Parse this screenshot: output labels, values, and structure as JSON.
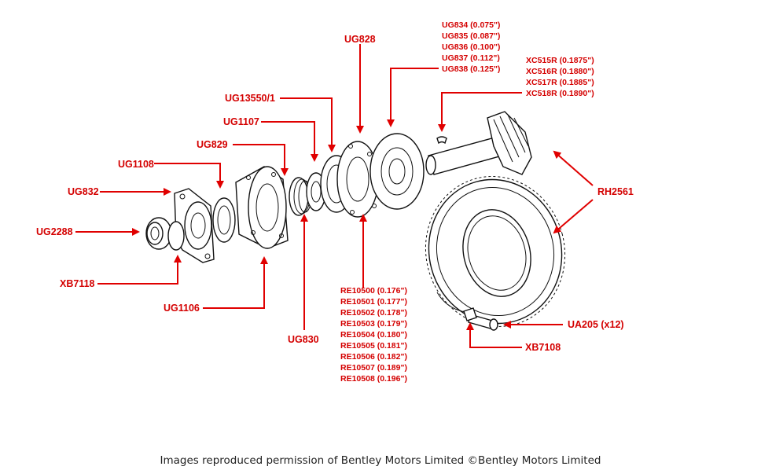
{
  "labels": {
    "ug828": "UG828",
    "ug834": "UG834 (0.075\")",
    "ug835": "UG835 (0.087\")",
    "ug836": "UG836 (0.100\")",
    "ug837": "UG837 (0.112\")",
    "ug838": "UG838 (0.125\")",
    "xc515r": "XC515R (0.1875\")",
    "xc516r": "XC516R (0.1880\")",
    "xc517r": "XC517R (0.1885\")",
    "xc518r": "XC518R (0.1890\")",
    "ug13550": "UG13550/1",
    "ug1107": "UG1107",
    "ug829": "UG829",
    "ug1108": "UG1108",
    "ug832": "UG832",
    "ug2288": "UG2288",
    "xb7118": "XB7118",
    "ug1106": "UG1106",
    "ug830": "UG830",
    "rh2561": "RH2561",
    "ua205": "UA205 (x12)",
    "xb7108": "XB7108",
    "re10500": "RE10500 (0.176\")",
    "re10501": "RE10501 (0.177\")",
    "re10502": "RE10502 (0.178\")",
    "re10503": "RE10503 (0.179\")",
    "re10504": "RE10504 (0.180\")",
    "re10505": "RE10505 (0.181\")",
    "re10506": "RE10506 (0.182\")",
    "re10507": "RE10507 (0.189\")",
    "re10508": "RE10508 (0.196\")"
  },
  "caption": "Images reproduced permission of Bentley Motors Limited ©Bentley Motors Limited",
  "colors": {
    "label": "#d40000",
    "arrow": "#e00000",
    "line": "#111111"
  }
}
